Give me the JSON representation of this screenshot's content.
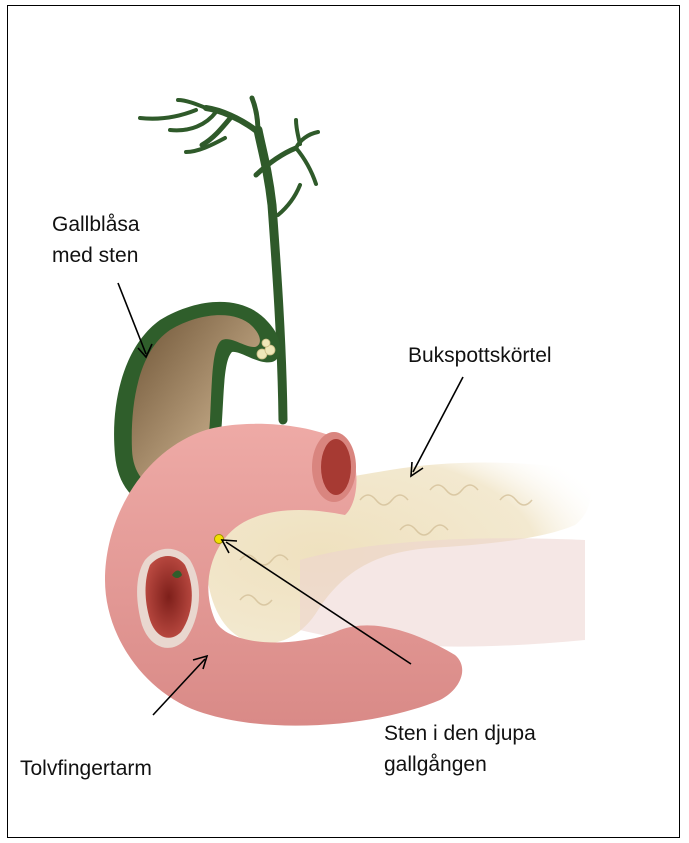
{
  "labels": {
    "gallbladder": [
      "Gallblåsa",
      "med sten"
    ],
    "pancreas": "Bukspottskörtel",
    "duodenum": "Tolvfingertarm",
    "stone_duct": [
      "Sten i den djupa",
      "gallgången"
    ]
  },
  "colors": {
    "bile_duct": "#2f5a2a",
    "gallbladder_wall": "#2e5e2b",
    "gallbladder_interior": "#9b7d5c",
    "stones": "#efe7b8",
    "duodenum": "#e8a0a0",
    "duodenum_lumen": "#a8352e",
    "pancreas": "#efe3c3",
    "stone_highlight": "#f2e000"
  }
}
